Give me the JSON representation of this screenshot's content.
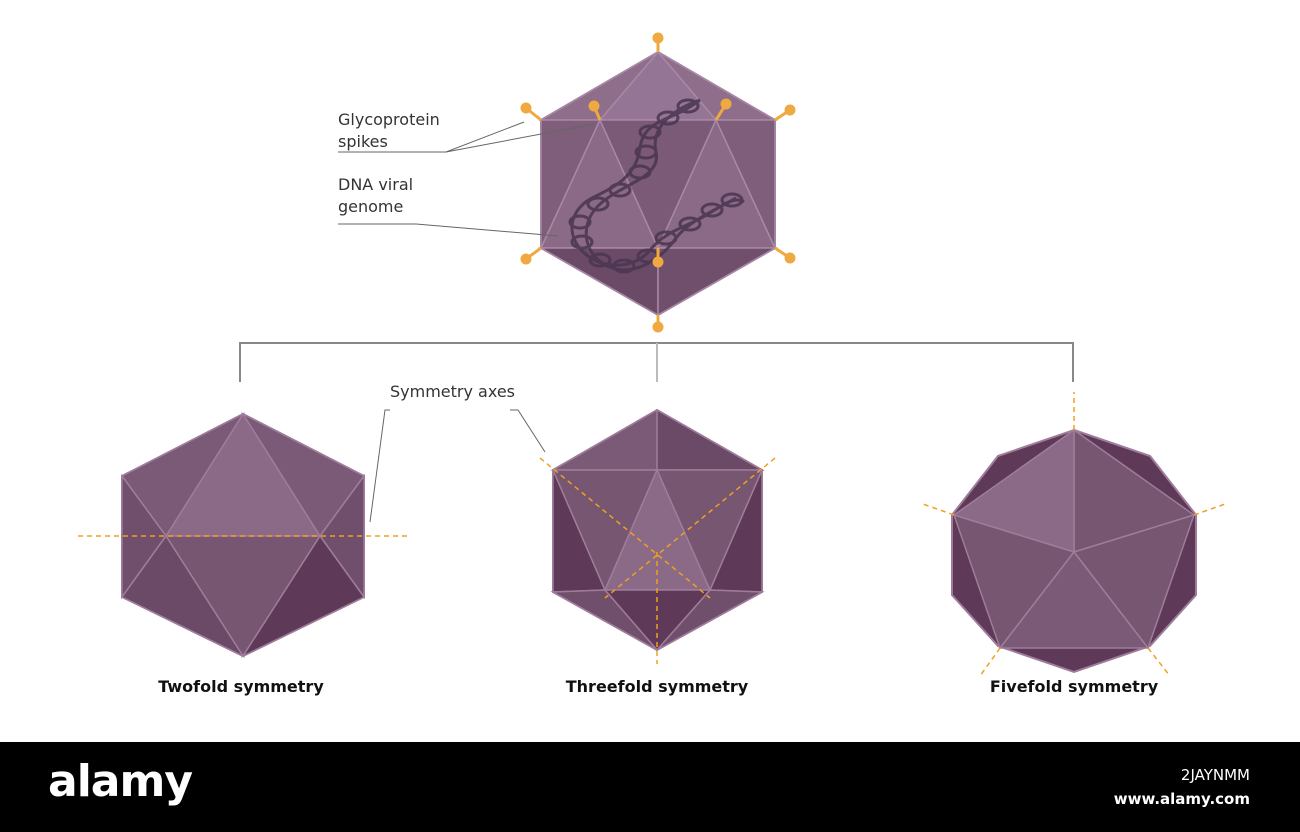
{
  "labels": {
    "glyco_line1": "Glycoprotein",
    "glyco_line2": "spikes",
    "dna_line1": "DNA viral",
    "dna_line2": "genome",
    "axes": "Symmetry axes"
  },
  "captions": {
    "twofold": "Twofold symmetry",
    "threefold": "Threefold symmetry",
    "fivefold": "Fivefold symmetry"
  },
  "footer": {
    "brand": "alamy",
    "image_id": "2JAYNMM",
    "site": "www.alamy.com"
  },
  "colors": {
    "face_light": "#8a6a86",
    "face_mid": "#765670",
    "face_dark": "#5e3a58",
    "edge": "#9f7c9b",
    "spike": "#f0a840",
    "axis": "#f0a020",
    "dna": "#4a3550",
    "bracket": "#888888",
    "leader": "#666666"
  }
}
